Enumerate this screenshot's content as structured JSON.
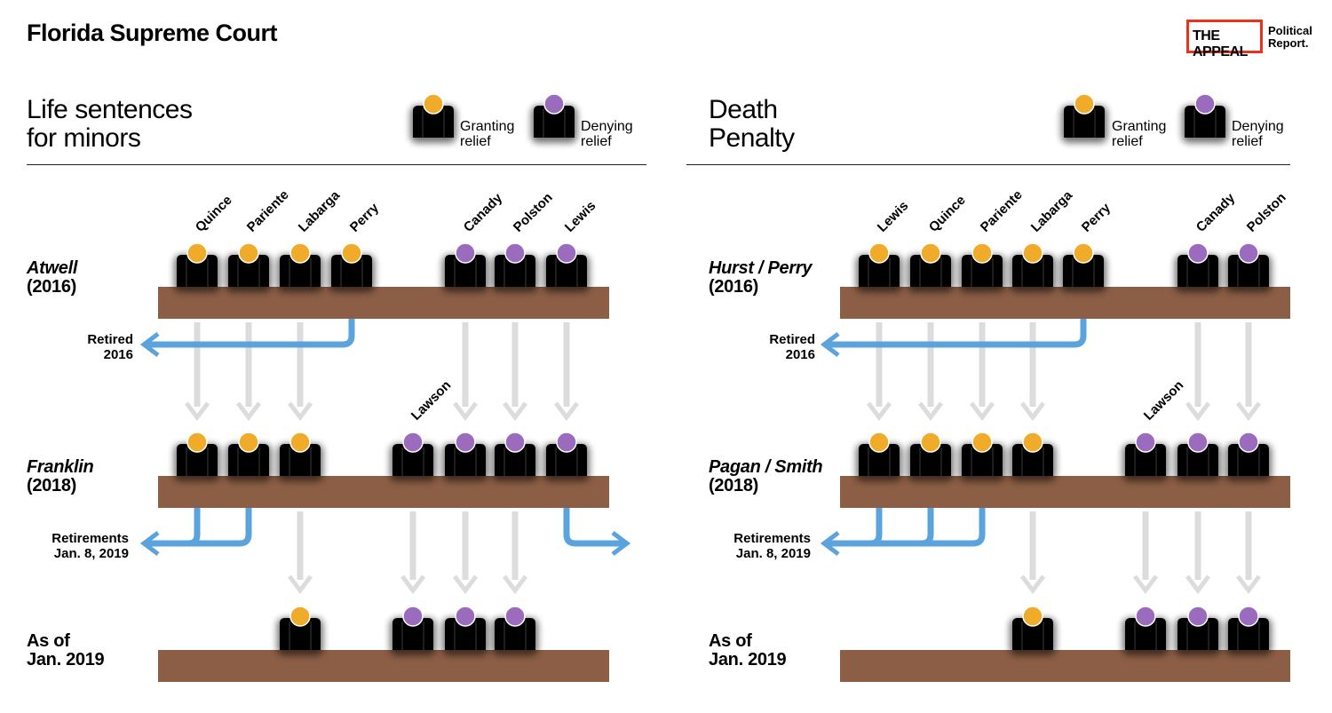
{
  "header": {
    "title": "Florida Supreme Court",
    "logo_main": "THE APPEAL",
    "logo_side_line1": "Political",
    "logo_side_line2": "Report."
  },
  "colors": {
    "granting": "#f0ab2a",
    "denying": "#9b6bbd",
    "bench": "#8b5e45",
    "arrow_gray": "#dcdcdc",
    "arrow_blue": "#5ba3dc",
    "robe": "#000000"
  },
  "legend": {
    "granting_line1": "Granting",
    "granting_line2": "relief",
    "denying_line1": "Denying",
    "denying_line2": "relief"
  },
  "panels": [
    {
      "id": "left",
      "title_line1": "Life sentences",
      "title_line2": "for minors",
      "rows": [
        {
          "case": "Atwell",
          "year": "(2016)",
          "judges": [
            {
              "name": "Quince",
              "vote": "granting"
            },
            {
              "name": "Pariente",
              "vote": "granting"
            },
            {
              "name": "Labarga",
              "vote": "granting"
            },
            {
              "name": "Perry",
              "vote": "granting"
            },
            {
              "name": "Canady",
              "vote": "denying"
            },
            {
              "name": "Polston",
              "vote": "denying"
            },
            {
              "name": "Lewis",
              "vote": "denying"
            }
          ]
        },
        {
          "case": "Franklin",
          "year": "(2018)",
          "judges": [
            {
              "name": "",
              "vote": "granting"
            },
            {
              "name": "",
              "vote": "granting"
            },
            {
              "name": "",
              "vote": "granting"
            },
            {
              "name": "Lawson",
              "vote": "denying"
            },
            {
              "name": "",
              "vote": "denying"
            },
            {
              "name": "",
              "vote": "denying"
            },
            {
              "name": "",
              "vote": "denying"
            }
          ]
        },
        {
          "case": "As of",
          "year": "Jan. 2019",
          "judges": [
            {
              "name": "",
              "vote": "granting"
            },
            {
              "name": "",
              "vote": "denying"
            },
            {
              "name": "",
              "vote": "denying"
            },
            {
              "name": "",
              "vote": "denying"
            }
          ]
        }
      ],
      "retired_1_line1": "Retired",
      "retired_1_line2": "2016",
      "retired_2_line1": "Retirements",
      "retired_2_line2": "Jan. 8, 2019"
    },
    {
      "id": "right",
      "title_line1": "Death",
      "title_line2": "Penalty",
      "rows": [
        {
          "case": "Hurst / Perry",
          "year": "(2016)",
          "judges": [
            {
              "name": "Lewis",
              "vote": "granting"
            },
            {
              "name": "Quince",
              "vote": "granting"
            },
            {
              "name": "Pariente",
              "vote": "granting"
            },
            {
              "name": "Labarga",
              "vote": "granting"
            },
            {
              "name": "Perry",
              "vote": "granting"
            },
            {
              "name": "Canady",
              "vote": "denying"
            },
            {
              "name": "Polston",
              "vote": "denying"
            }
          ]
        },
        {
          "case": "Pagan / Smith",
          "year": "(2018)",
          "judges": [
            {
              "name": "",
              "vote": "granting"
            },
            {
              "name": "",
              "vote": "granting"
            },
            {
              "name": "",
              "vote": "granting"
            },
            {
              "name": "",
              "vote": "granting"
            },
            {
              "name": "Lawson",
              "vote": "denying"
            },
            {
              "name": "",
              "vote": "denying"
            },
            {
              "name": "",
              "vote": "denying"
            }
          ]
        },
        {
          "case": "As of",
          "year": "Jan. 2019",
          "judges": [
            {
              "name": "",
              "vote": "granting"
            },
            {
              "name": "",
              "vote": "denying"
            },
            {
              "name": "",
              "vote": "denying"
            },
            {
              "name": "",
              "vote": "denying"
            }
          ]
        }
      ],
      "retired_1_line1": "Retired",
      "retired_1_line2": "2016",
      "retired_2_line1": "Retirements",
      "retired_2_line2": "Jan. 8, 2019"
    }
  ]
}
